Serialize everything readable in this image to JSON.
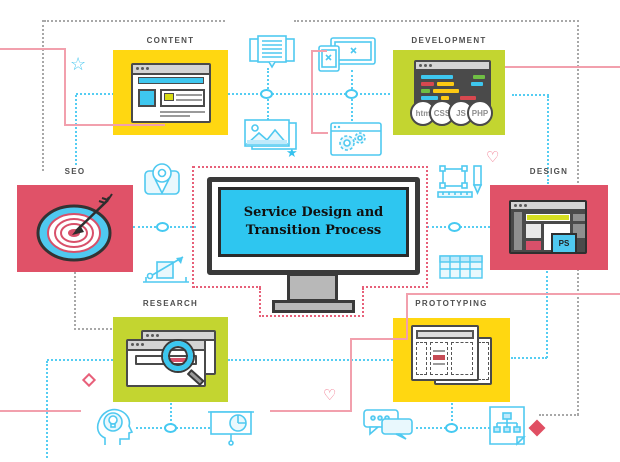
{
  "title": {
    "line1": "Service Design and",
    "line2": "Transition Process"
  },
  "nodes": {
    "content": {
      "label": "CONTENT",
      "color": "#FFD711"
    },
    "development": {
      "label": "DEVELOPMENT",
      "color": "#C3D530",
      "badges": [
        "htm",
        "CSS",
        "JS",
        "PHP"
      ]
    },
    "seo": {
      "label": "SEO",
      "color": "#E05268"
    },
    "design": {
      "label": "DESIGN",
      "color": "#E05268",
      "badge": "PS"
    },
    "research": {
      "label": "RESEARCH",
      "color": "#C3D530"
    },
    "prototyping": {
      "label": "PROTOTYPING",
      "color": "#FFD711"
    }
  },
  "icons": {
    "star_outline": "☆",
    "star_filled": "★",
    "heart_outline": "♡"
  },
  "colors": {
    "accent_cyan": "#2EC6F0",
    "accent_pink": "#E05268",
    "accent_yellow": "#FFD711",
    "accent_lime": "#C3D530",
    "solid_line_pink": "#F2A0AD",
    "dotted_pink": "#E76079",
    "dotted_cyan": "#55CDF2",
    "dotted_gray": "#A8A8A8",
    "icon_stroke_cyan": "#4FC9F0",
    "dark_stroke": "#3A3A3A"
  }
}
